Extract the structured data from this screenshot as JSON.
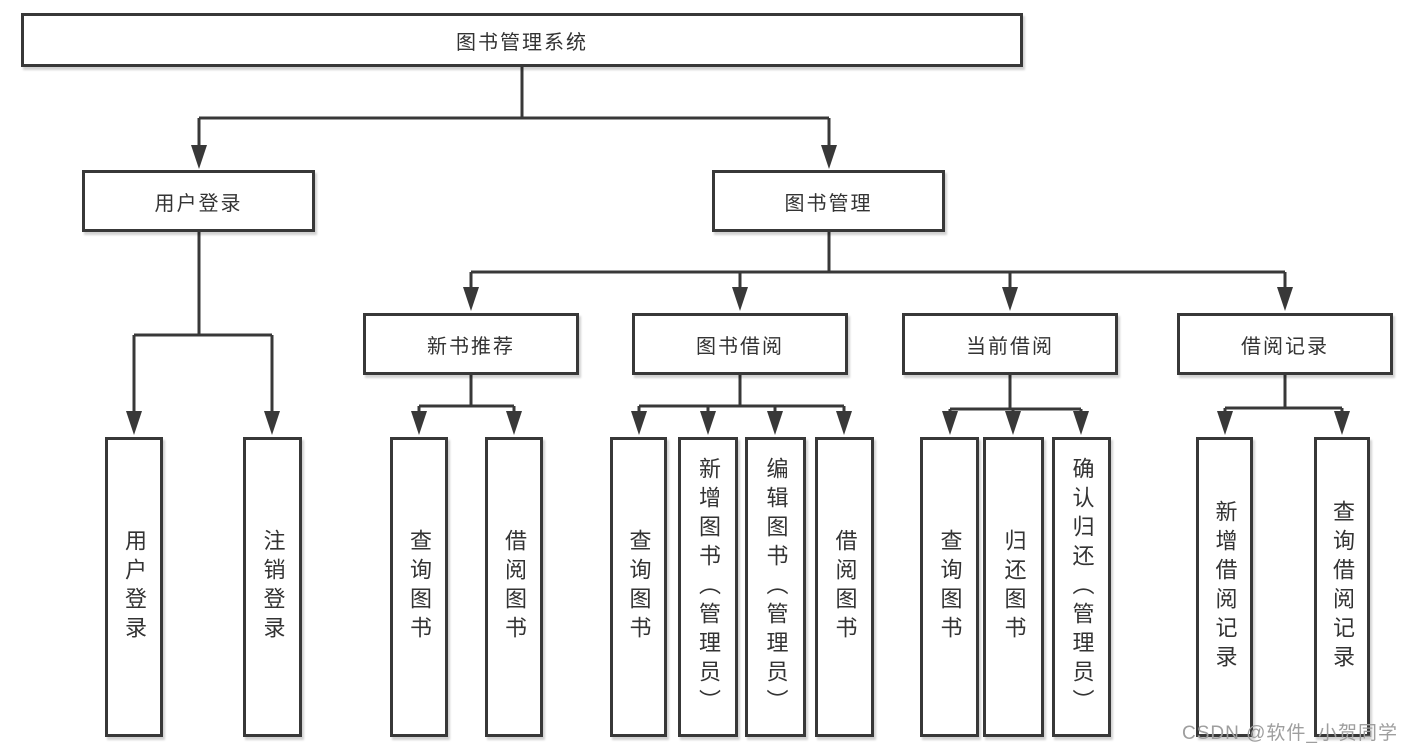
{
  "diagram": {
    "root": {
      "label": "图书管理系统",
      "children": [
        {
          "label": "用户登录",
          "children": [
            {
              "label": "用户登录"
            },
            {
              "label": "注销登录"
            }
          ]
        },
        {
          "label": "图书管理",
          "children": [
            {
              "label": "新书推荐",
              "children": [
                {
                  "label": "查询图书"
                },
                {
                  "label": "借阅图书"
                }
              ]
            },
            {
              "label": "图书借阅",
              "children": [
                {
                  "label": "查询图书"
                },
                {
                  "label": "新增图书（管理员）"
                },
                {
                  "label": "编辑图书（管理员）"
                },
                {
                  "label": "借阅图书"
                }
              ]
            },
            {
              "label": "当前借阅",
              "children": [
                {
                  "label": "查询图书"
                },
                {
                  "label": "归还图书"
                },
                {
                  "label": "确认归还（管理员）"
                }
              ]
            },
            {
              "label": "借阅记录",
              "children": [
                {
                  "label": "新增借阅记录"
                },
                {
                  "label": "查询借阅记录"
                }
              ]
            }
          ]
        }
      ]
    }
  },
  "watermark": {
    "text": "CSDN @软件_小贺同学"
  },
  "colors": {
    "line": "#383838",
    "box_border": "#383838",
    "box_background": "#ffffff",
    "text": "#333333",
    "watermark": "#9e9e9e",
    "background": "#ffffff"
  }
}
